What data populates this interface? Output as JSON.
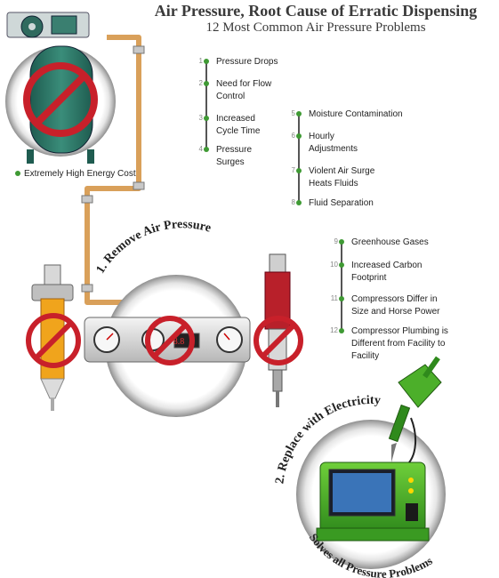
{
  "title": "Air Pressure, Root Cause of Erratic Dispensing",
  "subtitle": "12 Most Common Air Pressure Problems",
  "energy_note": "Extremely High Energy Cost",
  "step1_label": "1. Remove Air Pressure",
  "step2_label": "2. Replace with Electricity",
  "solves_label": "Solves all Pressure Problems",
  "problems": [
    {
      "num": "1",
      "text": "Pressure Drops"
    },
    {
      "num": "2",
      "text": "Need for Flow Control"
    },
    {
      "num": "3",
      "text": "Increased Cycle Time"
    },
    {
      "num": "4",
      "text": "Pressure Surges"
    },
    {
      "num": "5",
      "text": "Moisture Contamination"
    },
    {
      "num": "6",
      "text": "Hourly Adjustments"
    },
    {
      "num": "7",
      "text": "Violent Air Surge Heats Fluids"
    },
    {
      "num": "8",
      "text": "Fluid Separation"
    },
    {
      "num": "9",
      "text": "Greenhouse Gases"
    },
    {
      "num": "10",
      "text": "Increased Carbon Footprint"
    },
    {
      "num": "11",
      "text": "Compressors Differ in Size and Horse Power"
    },
    {
      "num": "12",
      "text": "Compressor Plumbing is Different from Facility to Facility"
    }
  ],
  "regulator_display": "8.8",
  "colors": {
    "pipe": "#d9a05a",
    "prohibit": "#c8202a",
    "dot": "#3f9a34",
    "dispenser": "#4caf2a",
    "compressor": "#2f7a6a"
  }
}
